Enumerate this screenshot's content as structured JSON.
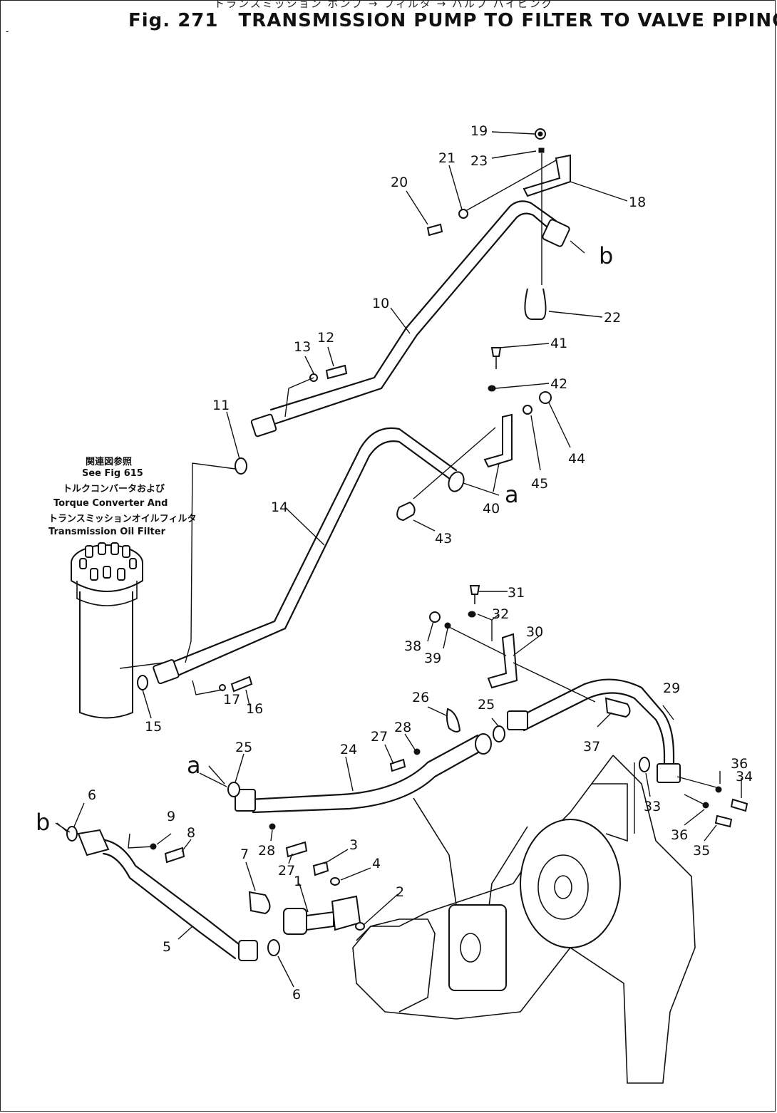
{
  "header": {
    "japanese_title": "トランスミッション ポンプ → フィルタ → バルブ パイピング",
    "figure_number": "Fig. 271",
    "title": "TRANSMISSION PUMP TO FILTER TO VALVE PIPING"
  },
  "reference_note": {
    "line1_jp": "関連図参照",
    "line2": "See Fig 615",
    "line3_jp": "トルクコンバータおよび",
    "line4": "Torque Converter And",
    "line5_jp": "トランスミッションオイルフィルタ",
    "line6": "Transmission Oil Filter"
  },
  "connection_marks": {
    "a": "a",
    "b": "b"
  },
  "callouts": [
    "1",
    "2",
    "3",
    "4",
    "5",
    "6",
    "6",
    "7",
    "8",
    "9",
    "10",
    "11",
    "12",
    "13",
    "14",
    "15",
    "16",
    "17",
    "18",
    "19",
    "20",
    "21",
    "22",
    "23",
    "24",
    "25",
    "25",
    "26",
    "27",
    "27",
    "28",
    "28",
    "29",
    "30",
    "31",
    "32",
    "33",
    "34",
    "35",
    "36",
    "36",
    "37",
    "38",
    "39",
    "40",
    "41",
    "42",
    "43",
    "44",
    "45"
  ]
}
